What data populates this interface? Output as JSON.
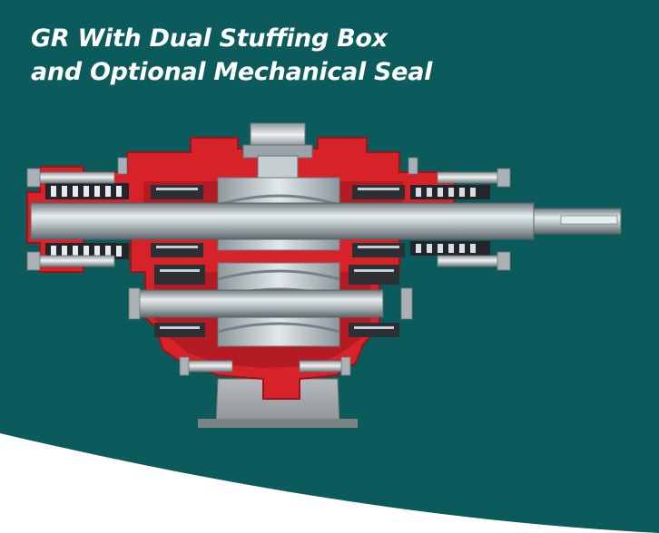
{
  "panel": {
    "background_color": "#0b5a5c",
    "curve_color": "#ffffff"
  },
  "title": {
    "line1": "GR With Dual Stuffing Box",
    "line2": "and Optional Mechanical Seal"
  },
  "illustration": {
    "icon": "pump-cutaway-illustration",
    "colors": {
      "housing": "#d8222a",
      "housing_dark": "#9a1418",
      "steel": "#b9c2c6",
      "steel_dark": "#7d878c",
      "bearing": "#2c2f33",
      "base": "#a2a6a8"
    }
  }
}
